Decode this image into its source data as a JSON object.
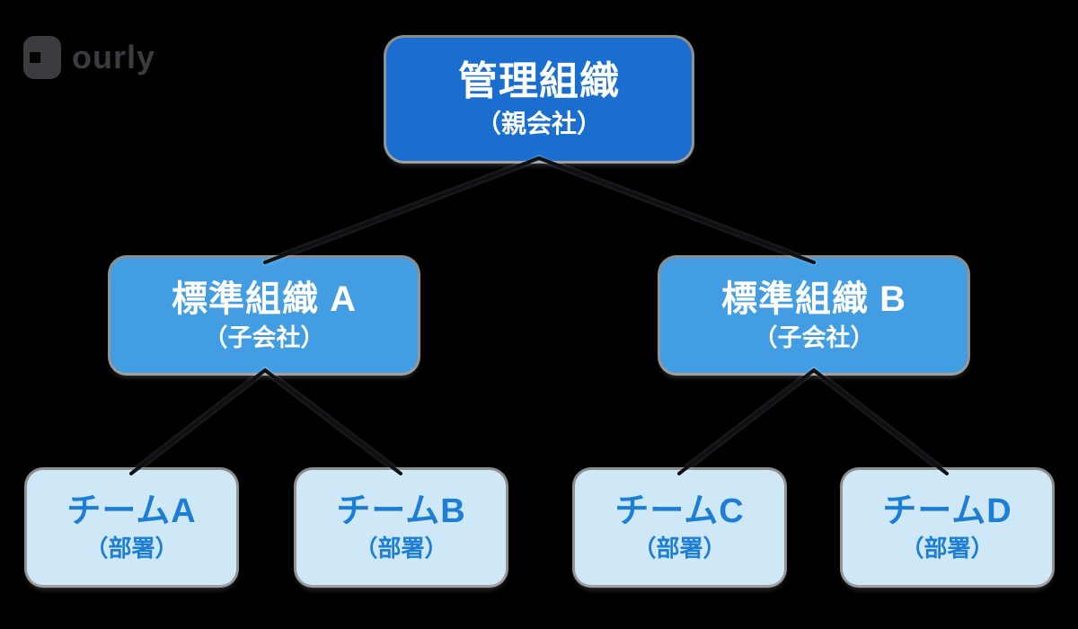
{
  "logo": {
    "text": "ourly",
    "icon": "rounded-square-logo-mark",
    "color": "#3b3b40"
  },
  "diagram": {
    "type": "org-chart",
    "nodes": [
      {
        "id": "root",
        "title": "管理組織",
        "subtitle": "（親会社）",
        "level": 1
      },
      {
        "id": "org-a",
        "title": "標準組織 A",
        "subtitle": "（子会社）",
        "level": 2
      },
      {
        "id": "org-b",
        "title": "標準組織 B",
        "subtitle": "（子会社）",
        "level": 2
      },
      {
        "id": "team-a",
        "title": "チームA",
        "subtitle": "（部署）",
        "level": 3
      },
      {
        "id": "team-b",
        "title": "チームB",
        "subtitle": "（部署）",
        "level": 3
      },
      {
        "id": "team-c",
        "title": "チームC",
        "subtitle": "（部署）",
        "level": 3
      },
      {
        "id": "team-d",
        "title": "チームD",
        "subtitle": "（部署）",
        "level": 3
      }
    ],
    "edges": [
      [
        "root",
        "org-a"
      ],
      [
        "root",
        "org-b"
      ],
      [
        "org-a",
        "team-a"
      ],
      [
        "org-a",
        "team-b"
      ],
      [
        "org-b",
        "team-c"
      ],
      [
        "org-b",
        "team-d"
      ]
    ]
  },
  "colors": {
    "background": "#000000",
    "root_fill": "#1a6ed0",
    "mid_fill": "#429de2",
    "leaf_fill": "#cfe8f8",
    "leaf_text": "#1d7ed6",
    "node_text": "#ffffff",
    "node_edge_light": "#9a9a9a",
    "connector": "#0e1014",
    "logo": "#3b3b40"
  }
}
